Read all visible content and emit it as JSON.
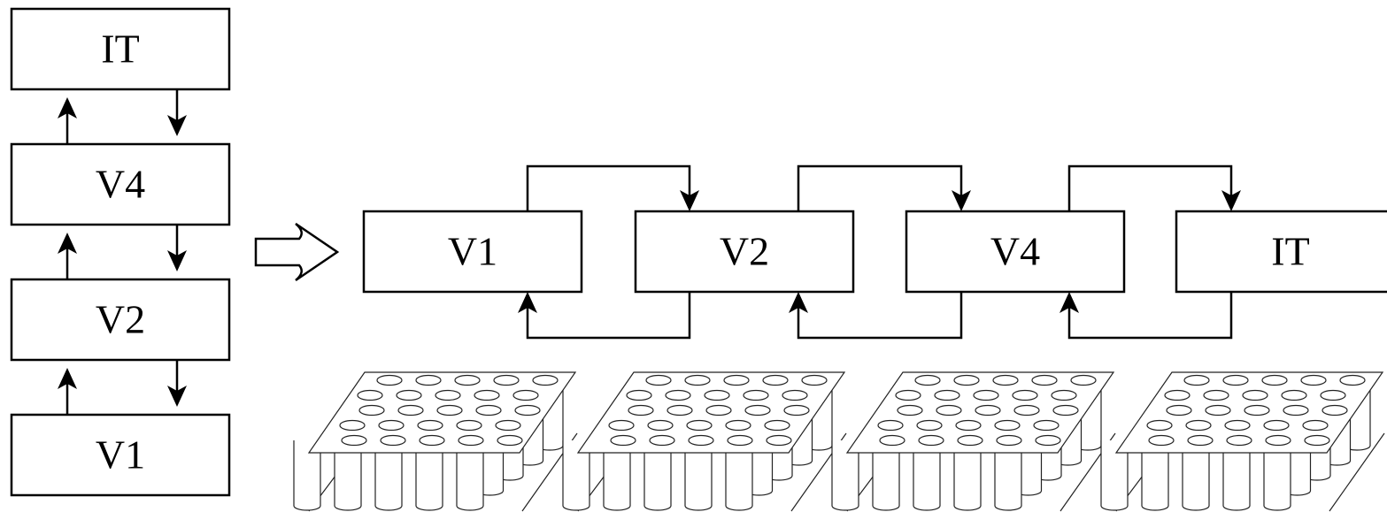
{
  "hierarchy": {
    "boxes": [
      {
        "id": "IT",
        "label": "IT"
      },
      {
        "id": "V4",
        "label": "V4"
      },
      {
        "id": "V2",
        "label": "V2"
      },
      {
        "id": "V1",
        "label": "V1"
      }
    ]
  },
  "transform_arrow": {
    "icon": "hollow-right-arrow-icon"
  },
  "unrolled": {
    "boxes": [
      {
        "id": "V1",
        "label": "V1"
      },
      {
        "id": "V2",
        "label": "V2"
      },
      {
        "id": "V4",
        "label": "V4"
      },
      {
        "id": "IT",
        "label": "IT"
      }
    ]
  },
  "cortical_columns": {
    "count": 4,
    "rows": 5,
    "cols": 5,
    "icon": "column-array-icon"
  },
  "colors": {
    "stroke": "#000000",
    "background": "#ffffff"
  }
}
